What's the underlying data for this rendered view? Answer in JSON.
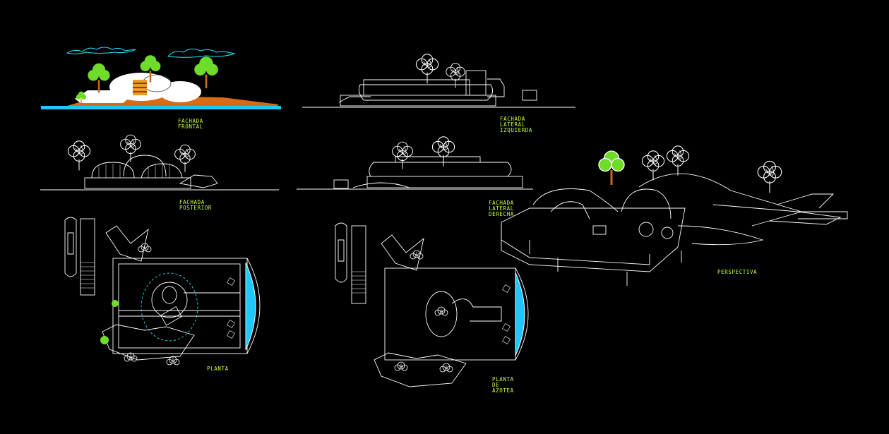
{
  "colors": {
    "background": "#000000",
    "line": "#ffffff",
    "label": "#c8ff3a",
    "tree": "#6fdc2a",
    "water": "#1ec8ff",
    "ground": "#d96a16",
    "cloud": "#22e8ff"
  },
  "labels": {
    "fachada_frontal": [
      "FACHADA",
      "FRONTAL"
    ],
    "fachada_lateral_izquierda": [
      "FACHADA",
      "LATERAL",
      "IZQUIERDA"
    ],
    "fachada_posterior": [
      "FACHADA",
      "POSTERIOR"
    ],
    "fachada_lateral_derecha": [
      "FACHADA",
      "LATERAL",
      "DERECHA"
    ],
    "planta": [
      "PLANTA"
    ],
    "planta_de_azotea": [
      "PLANTA",
      "DE",
      "AZOTEA"
    ],
    "perspectiva": [
      "PERSPECTIVA"
    ]
  }
}
